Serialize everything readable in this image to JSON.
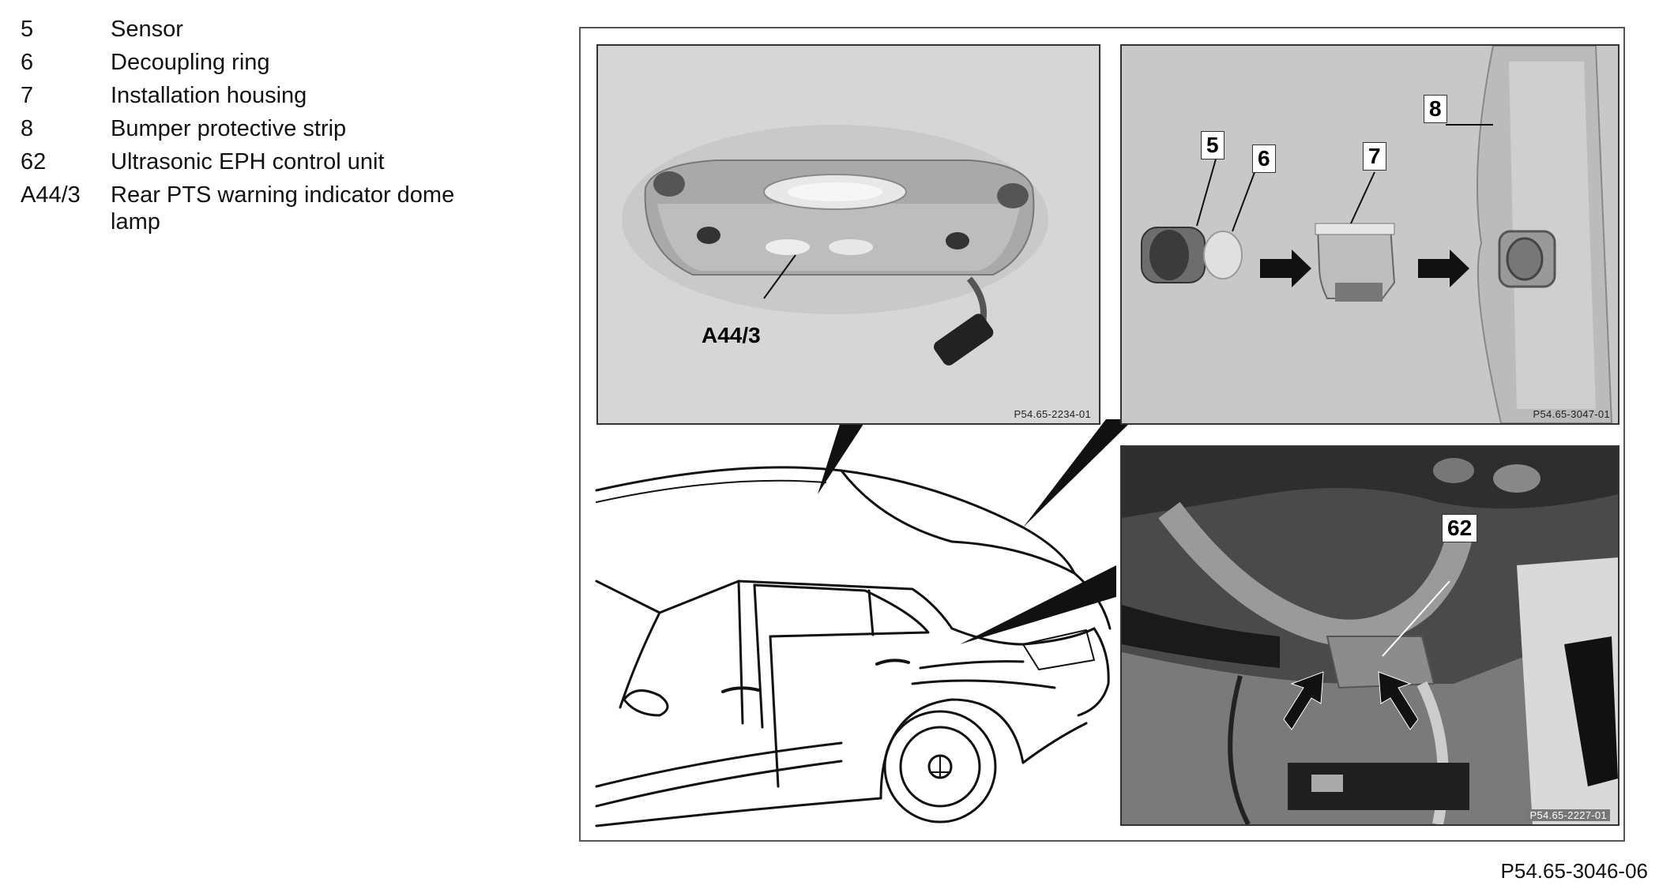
{
  "legend": [
    {
      "num": "5",
      "desc": "Sensor"
    },
    {
      "num": "6",
      "desc": "Decoupling ring"
    },
    {
      "num": "7",
      "desc": "Installation housing"
    },
    {
      "num": "8",
      "desc": "Bumper protective strip"
    },
    {
      "num": "62",
      "desc": "Ultrasonic EPH control unit"
    },
    {
      "num": "A44/3",
      "desc": "Rear PTS warning indicator dome lamp"
    }
  ],
  "panels": {
    "dome_lamp": {
      "callout": "A44/3",
      "ref": "P54.65-2234-01"
    },
    "sensor": {
      "callouts": [
        "5",
        "6",
        "7",
        "8"
      ],
      "ref": "P54.65-3047-01"
    },
    "control_unit": {
      "callout": "62",
      "ref": "P54.65-2227-01"
    }
  },
  "figure_ref": "P54.65-3046-06"
}
